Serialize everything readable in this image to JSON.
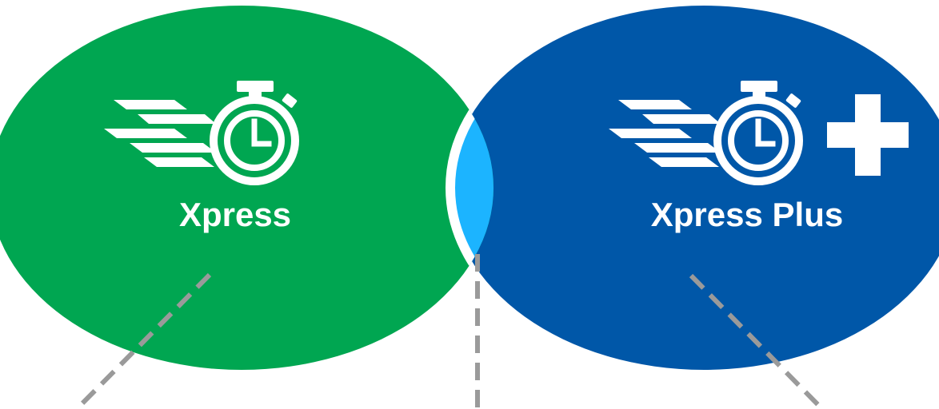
{
  "diagram": {
    "type": "venn",
    "sets": [
      {
        "label": "Xpress",
        "color": "#00a651",
        "icon": "stopwatch-speed-icon"
      },
      {
        "label": "Xpress Plus",
        "color": "#0057a8",
        "icon": "stopwatch-speed-plus-icon"
      }
    ],
    "overlap": {
      "color": "#1cb4ff",
      "label": ""
    },
    "connector_color": "#9a9a9a"
  }
}
